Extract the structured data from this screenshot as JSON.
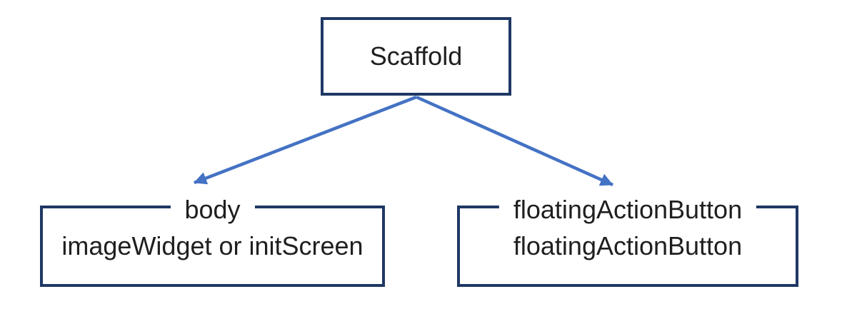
{
  "diagram": {
    "type": "tree",
    "background_color": "#ffffff",
    "colors": {
      "node_border": "#1f3864",
      "arrow": "#4472c4",
      "text": "#1f1f1f"
    },
    "root_node": {
      "label": "Scaffold"
    },
    "child_nodes": [
      {
        "legend": "body",
        "content": "imageWidget or initScreen"
      },
      {
        "legend": "floatingActionButton",
        "content": "floatingActionButton"
      }
    ],
    "connections": [
      {
        "from": "Scaffold",
        "to": "body"
      },
      {
        "from": "Scaffold",
        "to": "floatingActionButton"
      }
    ]
  }
}
